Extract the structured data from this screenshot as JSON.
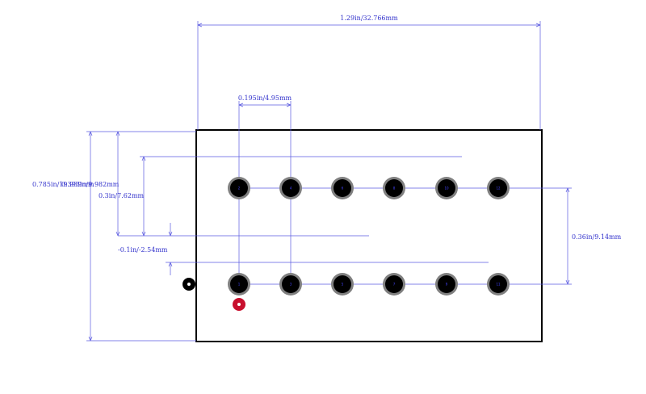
{
  "dimensions": {
    "overall_width": "1.29in/32.766mm",
    "pad_pitch": "0.195in/4.95mm",
    "overall_height_a": "0.785in/19.939mm",
    "overall_height_b": "0.393in/9.982mm",
    "row_spacing": "0.3in/7.62mm",
    "offset": "-0.1in/-2.54mm",
    "row_pitch_right": "0.36in/9.14mm"
  },
  "pads": {
    "top_row": [
      "2",
      "4",
      "6",
      "8",
      "10",
      "12"
    ],
    "bottom_row": [
      "1",
      "3",
      "5",
      "7",
      "9",
      "11"
    ]
  },
  "colors": {
    "outline": "#000000",
    "dimension": "#5a5ae0",
    "pad_ring": "#808080",
    "pad_fill": "#000000",
    "pin1_marker": "#c8102e"
  }
}
